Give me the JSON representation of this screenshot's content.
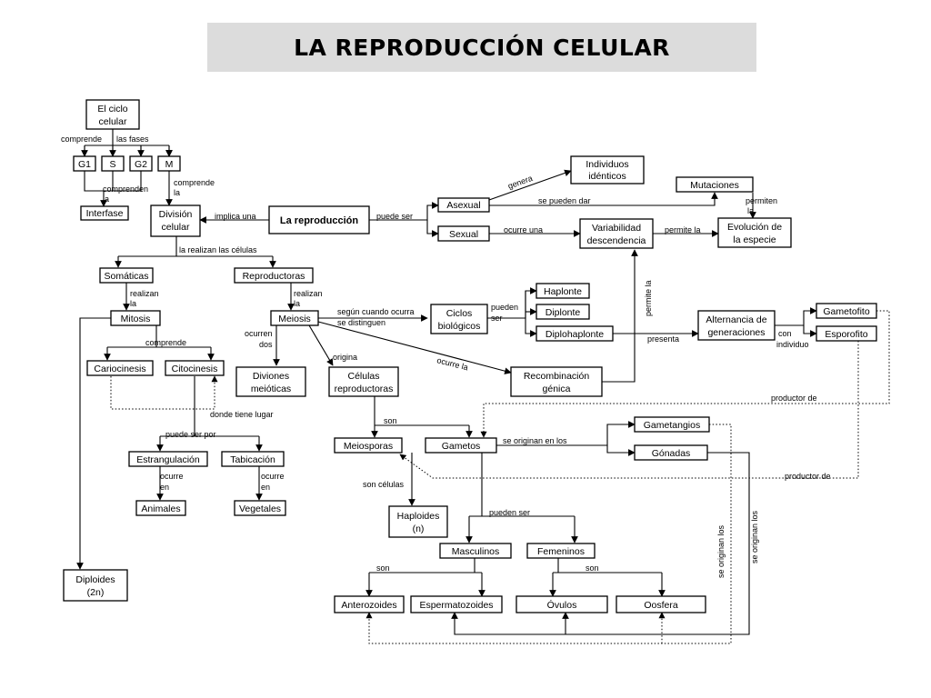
{
  "title": "LA REPRODUCCIÓN CELULAR",
  "nodes": {
    "ciclo": [
      "El ciclo",
      "celular"
    ],
    "g1": "G1",
    "s": "S",
    "g2": "G2",
    "m": "M",
    "interfase": "Interfase",
    "division": [
      "División",
      "celular"
    ],
    "reproduccion": "La reproducción",
    "asexual": "Asexual",
    "sexual": "Sexual",
    "individuos": [
      "Individuos",
      "idénticos"
    ],
    "variabilidad": [
      "Variabilidad",
      "descendencia"
    ],
    "mutaciones": "Mutaciones",
    "evolucion": [
      "Evolución de",
      "la especie"
    ],
    "somaticas": "Somáticas",
    "reproductoras": "Reproductoras",
    "mitosis": "Mitosis",
    "meiosis": "Meiosis",
    "ciclos": [
      "Ciclos",
      "biológicos"
    ],
    "haplonte": "Haplonte",
    "diplonte": "Diplonte",
    "diplohaplonte": "Diplohaplonte",
    "alternancia": [
      "Alternancia de",
      "generaciones"
    ],
    "gametofito": "Gametofito",
    "esporofito": "Esporofito",
    "cariocinesis": "Cariocinesis",
    "citocinesis": "Citocinesis",
    "diviones": [
      "Diviones",
      "meióticas"
    ],
    "celulas": [
      "Células",
      "reproductoras"
    ],
    "recombinacion": [
      "Recombinación",
      "génica"
    ],
    "gametangios": "Gametangios",
    "gonadas": "Gónadas",
    "meiosporas": "Meiosporas",
    "gametos": "Gametos",
    "estrangulacion": "Estrangulación",
    "tabicacion": "Tabicación",
    "animales": "Animales",
    "vegetales": "Vegetales",
    "haploides": [
      "Haploides",
      "(n)"
    ],
    "masculinos": "Masculinos",
    "femeninos": "Femeninos",
    "diploides": [
      "Diploides",
      "(2n)"
    ],
    "anterozoides": "Anterozoides",
    "espermatozoides": "Espermatozoides",
    "ovulos": "Óvulos",
    "oosfera": "Oosfera"
  },
  "labels": {
    "comprende": "comprende",
    "las_fases": "las fases",
    "comprenden_la": [
      "comprenden",
      "la"
    ],
    "comprende_la": [
      "comprende",
      "la"
    ],
    "implica_una": "implica una",
    "puede_ser": "puede ser",
    "genera": "genera",
    "se_pueden_dar": "se pueden dar",
    "ocurre_una": "ocurre una",
    "permite_la": "permite la",
    "permiten_la": [
      "permiten",
      "la"
    ],
    "la_realizan": "la realizan las células",
    "realizan_la_1": [
      "realizan",
      "la"
    ],
    "realizan_la_2": [
      "realizan",
      "la"
    ],
    "segun": [
      "según cuando ocurra",
      "se distinguen"
    ],
    "pueden_ser_1": [
      "pueden",
      "ser"
    ],
    "permite_la_v": "permite la",
    "presenta": "presenta",
    "con_individuo": [
      "con",
      "individuo"
    ],
    "comprende_2": "comprende",
    "ocurren_dos": [
      "ocurren",
      "dos"
    ],
    "origina": "origina",
    "ocurre_la": "ocurre la",
    "donde_tiene_lugar": "donde tiene lugar",
    "productor_de_1": "productor de",
    "son": "son",
    "se_originan_en_los": "se originan en los",
    "puede_ser_por": "puede ser por",
    "ocurre_en_1": [
      "ocurre",
      "en"
    ],
    "ocurre_en_2": [
      "ocurre",
      "en"
    ],
    "productor_de_2": "productor de",
    "son_celulas": "son células",
    "pueden_ser_2": "pueden ser",
    "se_originan_los_1": "se originan los",
    "se_originan_los_2": "se originan los",
    "son_2": "son",
    "son_3": "son"
  }
}
